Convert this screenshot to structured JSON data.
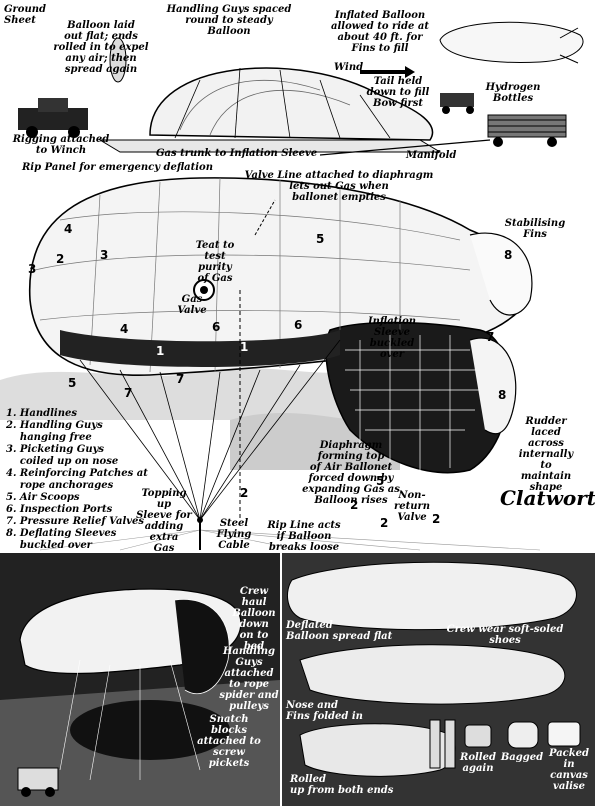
{
  "top": {
    "ground_sheet": "Ground\nSheet",
    "laid_flat": "Balloon laid\nout flat; ends\nrolled in to expel\nany air; then\nspread again",
    "handling_guys": "Handling Guys spaced\nround to steady\nBalloon",
    "inflated": "Inflated Balloon\nallowed to ride at\nabout 40 ft. for\nFins to fill",
    "wind": "Wind",
    "tail_held": "Tail held\ndown to fill\nBow first",
    "hydrogen": "Hydrogen\nBottles",
    "rigging": "Rigging attached\nto Winch",
    "gas_trunk": "Gas trunk to Inflation Sleeve",
    "manifold": "Manifold"
  },
  "middle": {
    "rip_panel": "Rip Panel for emergency deflation",
    "valve_line": "Valve Line attached to diaphragm\nlets out Gas when\nballonet empties",
    "stabilising": "Stabilising\nFins",
    "teat": "Teat to\ntest purity\nof Gas",
    "gas_valve": "Gas\nValve",
    "inflation_sleeve": "Inflation\nSleeve\nbuckled\nover",
    "rudder": "Rudder\nlaced across\ninternally\nto maintain\nshape",
    "diaphragm": "Diaphragm\nforming top\nof Air Ballonet\nforced down by\nexpanding Gas as\nBalloon rises",
    "non_return": "Non-\nreturn Valve",
    "topping_up": "Topping\nup\nSleeve for\nadding\nextra\nGas",
    "steel_cable": "Steel\nFlying\nCable",
    "rip_line": "Rip Line acts\nif Balloon\nbreaks loose",
    "signature": "Clatworthy"
  },
  "legend": [
    "1. Handlines",
    "2. Handling Guys\n    hanging free",
    "3. Picketing Guys\n    coiled up on nose",
    "4. Reinforcing Patches at\n    rope anchorages",
    "5. Air Scoops",
    "6. Inspection Ports",
    "7. Pressure Relief Valves",
    "8. Deflating Sleeves\n    buckled over"
  ],
  "bottom_left": {
    "crew_haul": "Crew haul\nBalloon\ndown\non to\nbed",
    "guys_attached": "Handling\nGuys\nattached\nto rope\nspider and\npulleys",
    "snatch_blocks": "Snatch\nblocks\nattached to\nscrew\npickets"
  },
  "bottom_right": {
    "deflated": "Deflated\nBalloon spread flat",
    "crew_wear": "Crew wear soft-soled\nshoes",
    "nose_fins": "Nose and\nFins folded in",
    "rolled_up": "Rolled\nup from both ends",
    "rolled_again": "Rolled\nagain",
    "bagged": "Bagged",
    "packed": "Packed\nin\ncanvas\nvalise"
  },
  "numbers": [
    "1",
    "2",
    "3",
    "4",
    "5",
    "6",
    "7",
    "8"
  ]
}
